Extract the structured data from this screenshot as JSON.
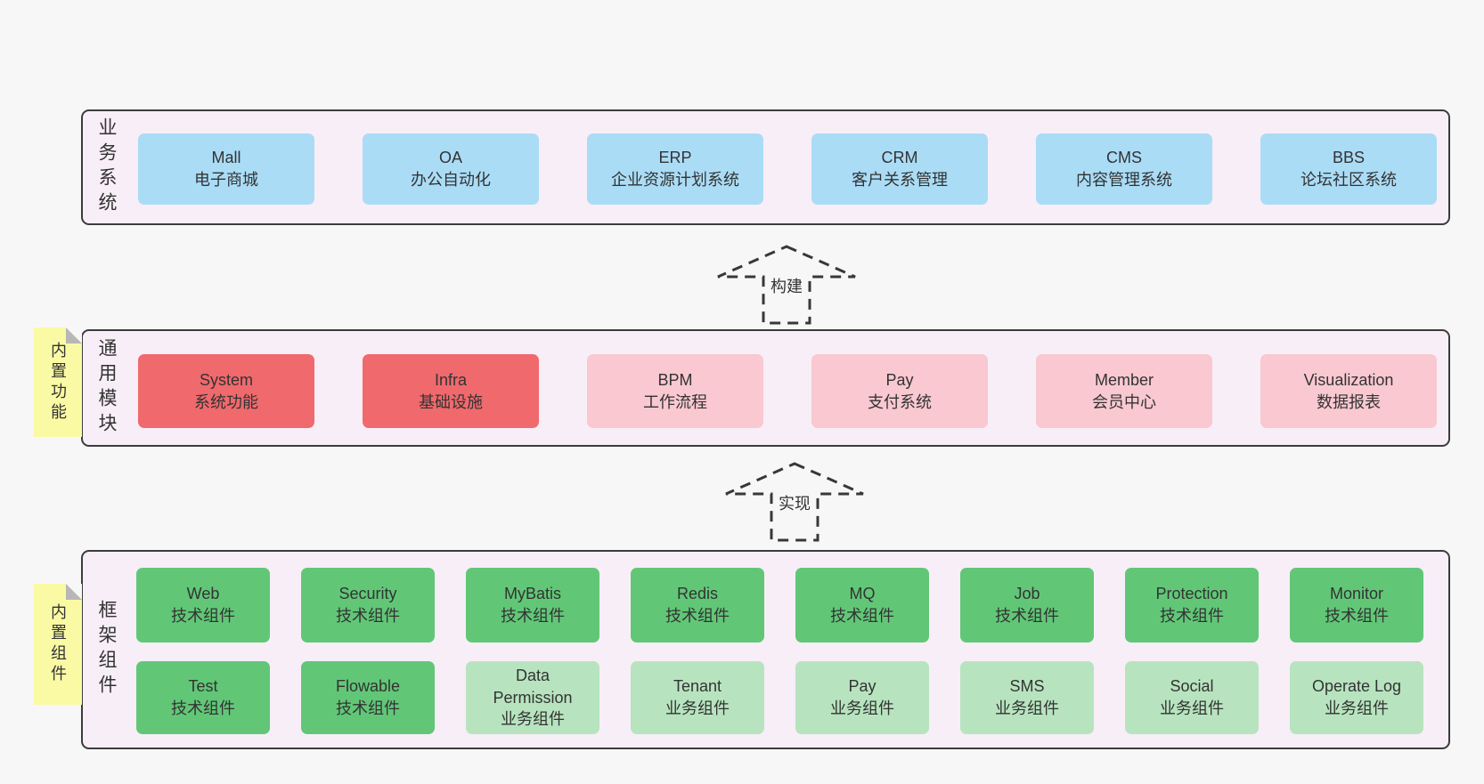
{
  "diagram": {
    "arrows": [
      {
        "label": "构建"
      },
      {
        "label": "实现"
      }
    ],
    "layers": [
      {
        "side_label": "业务系统",
        "boxes": [
          {
            "name": "Mall",
            "subtitle": "电子商城"
          },
          {
            "name": "OA",
            "subtitle": "办公自动化"
          },
          {
            "name": "ERP",
            "subtitle": "企业资源计划系统"
          },
          {
            "name": "CRM",
            "subtitle": "客户关系管理"
          },
          {
            "name": "CMS",
            "subtitle": "内容管理系统"
          },
          {
            "name": "BBS",
            "subtitle": "论坛社区系统"
          }
        ]
      },
      {
        "side_label": "通用模块",
        "note": "内置功能",
        "boxes": [
          {
            "name": "System",
            "subtitle": "系统功能"
          },
          {
            "name": "Infra",
            "subtitle": "基础设施"
          },
          {
            "name": "BPM",
            "subtitle": "工作流程"
          },
          {
            "name": "Pay",
            "subtitle": "支付系统"
          },
          {
            "name": "Member",
            "subtitle": "会员中心"
          },
          {
            "name": "Visualization",
            "subtitle": "数据报表"
          }
        ]
      },
      {
        "side_label": "框架组件",
        "note": "内置组件",
        "rows": [
          {
            "boxes": [
              {
                "name": "Web",
                "subtitle": "技术组件"
              },
              {
                "name": "Security",
                "subtitle": "技术组件"
              },
              {
                "name": "MyBatis",
                "subtitle": "技术组件"
              },
              {
                "name": "Redis",
                "subtitle": "技术组件"
              },
              {
                "name": "MQ",
                "subtitle": "技术组件"
              },
              {
                "name": "Job",
                "subtitle": "技术组件"
              },
              {
                "name": "Protection",
                "subtitle": "技术组件"
              },
              {
                "name": "Monitor",
                "subtitle": "技术组件"
              }
            ]
          },
          {
            "boxes": [
              {
                "name": "Test",
                "subtitle": "技术组件"
              },
              {
                "name": "Flowable",
                "subtitle": "技术组件"
              },
              {
                "name": "Data Permission",
                "subtitle": "业务组件"
              },
              {
                "name": "Tenant",
                "subtitle": "业务组件"
              },
              {
                "name": "Pay",
                "subtitle": "业务组件"
              },
              {
                "name": "SMS",
                "subtitle": "业务组件"
              },
              {
                "name": "Social",
                "subtitle": "业务组件"
              },
              {
                "name": "Operate Log",
                "subtitle": "业务组件"
              }
            ]
          }
        ]
      }
    ],
    "colors": {
      "page_bg": "#f7f7f7",
      "layer_bg": "#f8eef7",
      "layer_border": "#3c3c3c",
      "blue_box": "#aadcf6",
      "red_box": "#f0696c",
      "pink_box": "#f9c8d1",
      "green_box": "#61c777",
      "light_green_box": "#b7e4bf",
      "note_bg": "#fafaa5",
      "text": "#333333"
    }
  }
}
